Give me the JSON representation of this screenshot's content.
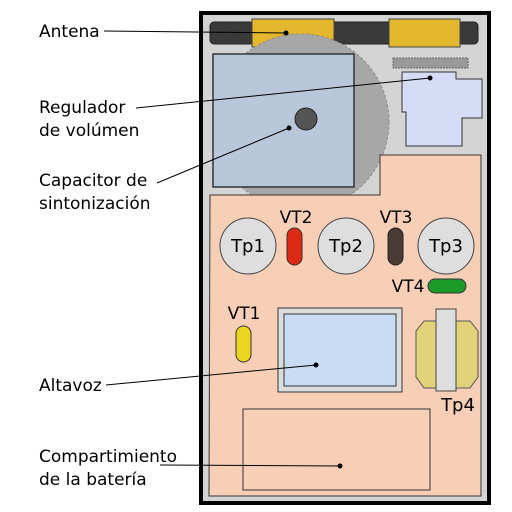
{
  "labels": {
    "antenna": "Antena",
    "volume_1": "Regulador",
    "volume_2": "de volúmen",
    "capacitor_1": "Capacitor de",
    "capacitor_2": "sintonización",
    "speaker": "Altavoz",
    "battery_1": "Compartimiento",
    "battery_2": "de la batería"
  },
  "components": {
    "tp1": "Tp1",
    "tp2": "Tp2",
    "tp3": "Tp3",
    "tp4": "Tp4",
    "vt1": "VT1",
    "vt2": "VT2",
    "vt3": "VT3",
    "vt4": "VT4"
  },
  "colors": {
    "case_border": "#000000",
    "case_fill": "#d4d4d4",
    "board": "#f6cfb6",
    "antenna_bar": "#3a3a3a",
    "antenna_coil": "#e3b82e",
    "tuning_panel": "#b9c7db",
    "dial": "#a7a7a7",
    "knob": "#555555",
    "volume_control": "#d7dcf6",
    "speaker": "#c9dcf4",
    "transistor_red": "#dd2a14",
    "transistor_dark": "#4a3b36",
    "transistor_green": "#1b9a2a",
    "transistor_yellow": "#ecd521",
    "test_point": "#dedede",
    "transformer": "#e2d27a"
  }
}
